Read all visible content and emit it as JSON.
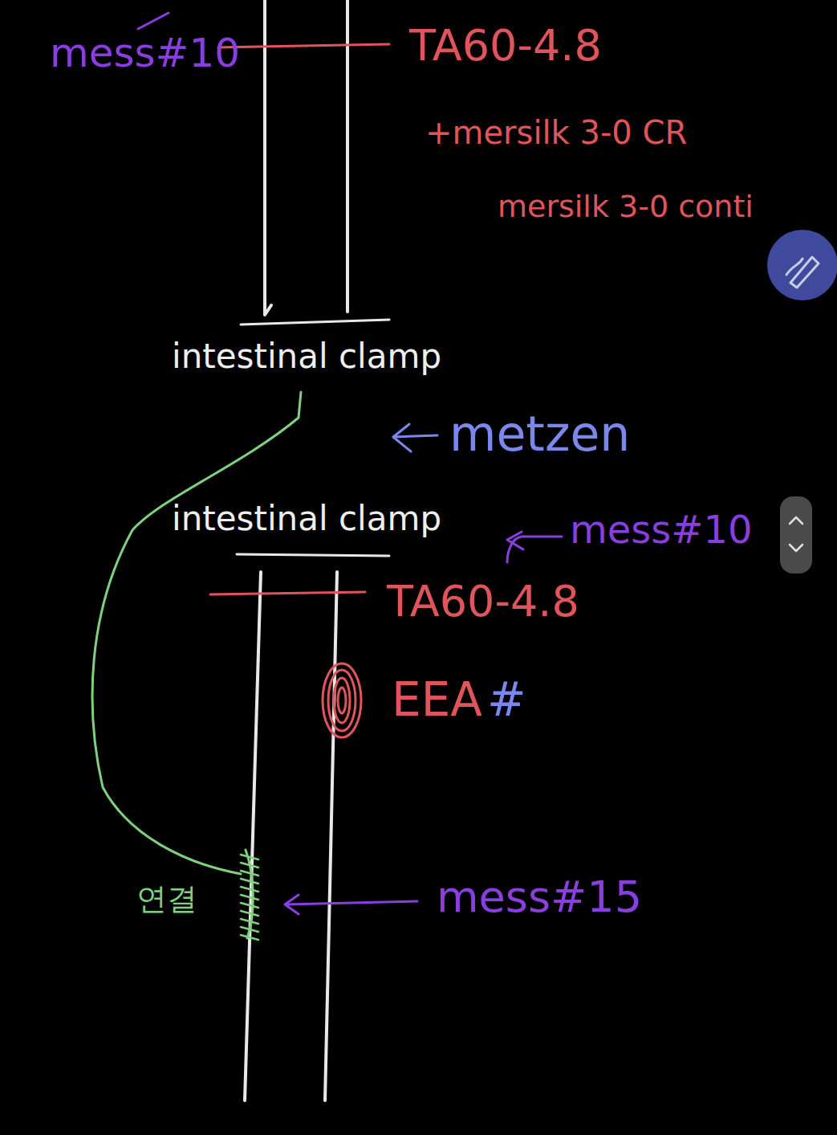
{
  "diagram": {
    "labels": [
      "mess#10",
      "TA60-4.8",
      "+mersilk 3-0 CR",
      "mersilk 3-0 conti",
      "intestinal clamp",
      "metzen",
      "intestinal clamp",
      "mess#10",
      "TA60-4.8",
      "EEA",
      "#",
      "연결",
      "mess#15"
    ]
  }
}
